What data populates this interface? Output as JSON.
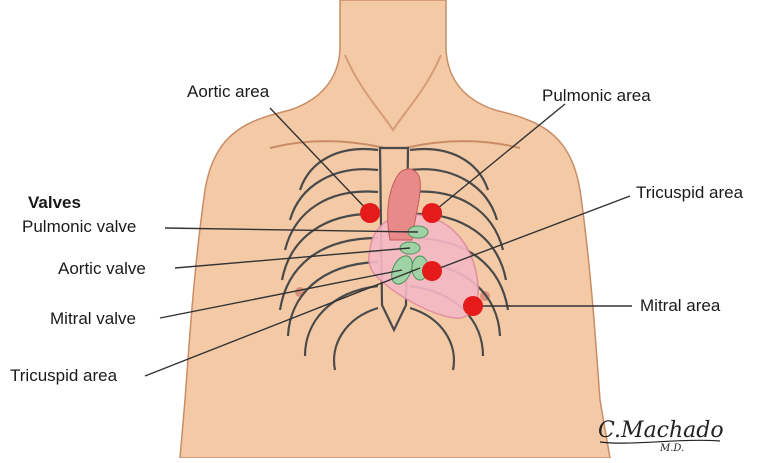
{
  "labels": {
    "aortic_area": "Aortic area",
    "pulmonic_area": "Pulmonic area",
    "tricuspid_area_right": "Tricuspid area",
    "mitral_area": "Mitral area",
    "valves_heading": "Valves",
    "pulmonic_valve": "Pulmonic valve",
    "aortic_valve": "Aortic valve",
    "mitral_valve": "Mitral valve",
    "tricuspid_area_left": "Tricuspid area"
  },
  "signature": {
    "name": "C.Machado",
    "suffix": "M.D."
  },
  "colors": {
    "skin": "#f3c9a6",
    "skin_shade": "#e2a47e",
    "rib": "#4a4a4a",
    "heart": "#f4b9c6",
    "aorta": "#e88a8a",
    "valve": "#9fd3a6",
    "auscultation_dot": "#e51a1a",
    "leader": "#333333"
  }
}
